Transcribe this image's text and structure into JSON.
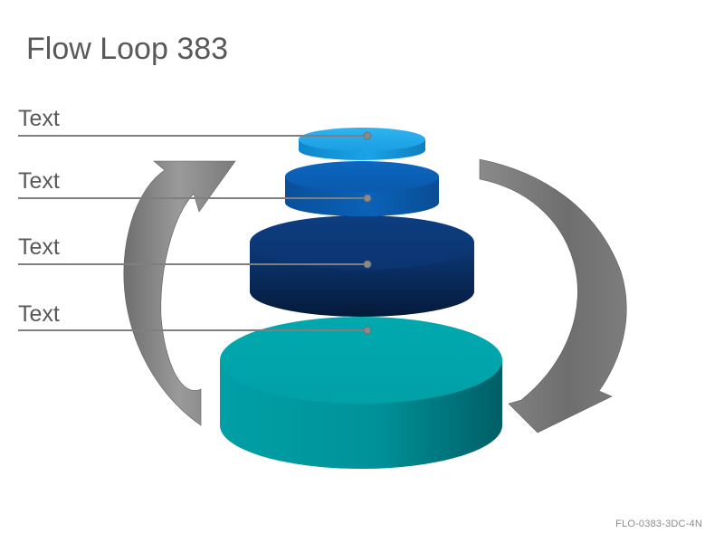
{
  "slide": {
    "title": "Flow Loop 383",
    "code": "FLO-0383-3DC-4N"
  },
  "tiers": [
    {
      "label": "Text",
      "color": "#1AA3E8"
    },
    {
      "label": "Text",
      "color": "#0A5FB4"
    },
    {
      "label": "Text",
      "color": "#0B3A7A"
    },
    {
      "label": "Text",
      "color": "#00A3A8"
    }
  ],
  "colors": {
    "arrow": "#7A7A7A",
    "leader_line": "#7F7F7F",
    "text": "#595959"
  },
  "icons": {
    "left_arrow": "curved-arrow-up",
    "right_arrow": "curved-arrow-down"
  }
}
